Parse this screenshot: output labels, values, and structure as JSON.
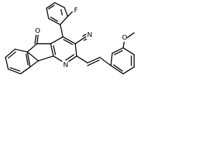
{
  "structure": {
    "atoms": {
      "fluorine": "F",
      "nitrile_nitrogen": "N",
      "ketone_oxygen": "O",
      "pyridine_nitrogen": "N",
      "methoxy_oxygen": "O"
    }
  }
}
